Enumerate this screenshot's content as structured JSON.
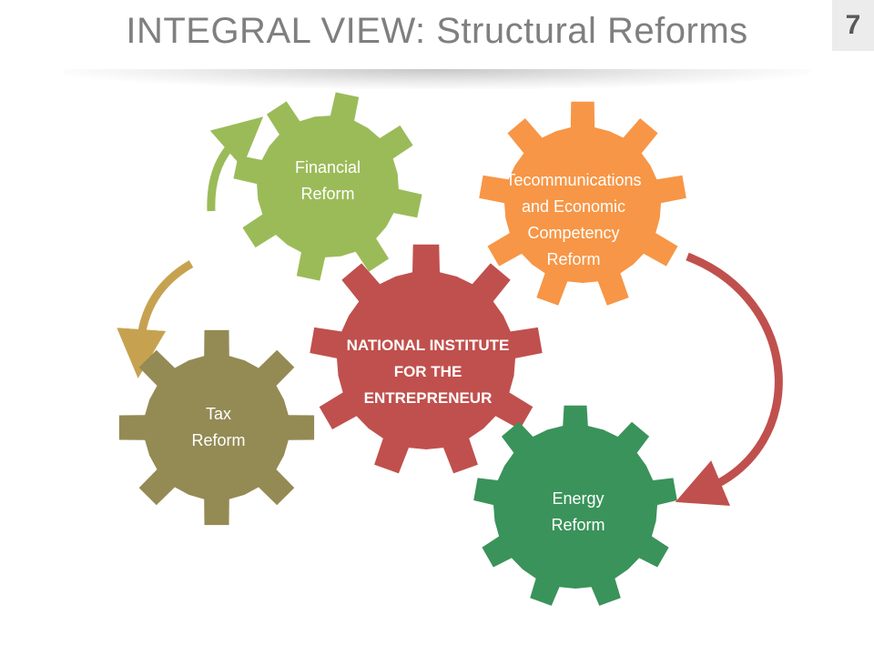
{
  "slide": {
    "title": "INTEGRAL VIEW: Structural Reforms",
    "page_number": "7"
  },
  "gears": {
    "financial": {
      "lines": [
        "Financial",
        "Reform"
      ],
      "color": "#9bbb59"
    },
    "telecom": {
      "lines": [
        "Tecommunications",
        "and Economic",
        "Competency",
        "Reform"
      ],
      "color": "#f79646"
    },
    "institute": {
      "lines": [
        "NATIONAL INSTITUTE",
        "FOR THE",
        "ENTREPRENEUR"
      ],
      "color": "#c0504d"
    },
    "tax": {
      "lines": [
        "Tax",
        "Reform"
      ],
      "color": "#948a54"
    },
    "energy": {
      "lines": [
        "Energy",
        "Reform"
      ],
      "color": "#3a935a"
    }
  },
  "arrows": {
    "tax_to_financial_color": "#9bbb59",
    "to_tax_color": "#c6a250",
    "telecom_to_energy_color": "#c0504d"
  }
}
